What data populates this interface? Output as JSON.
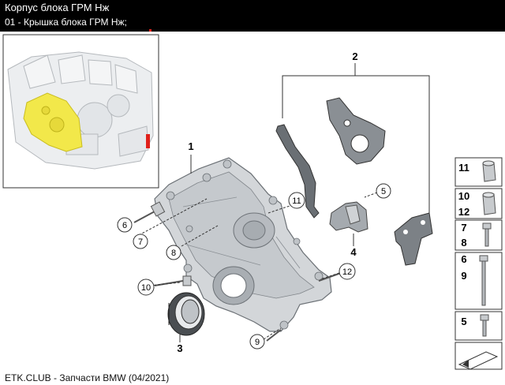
{
  "header": {
    "title": "Корпус блока ГРМ Нж",
    "subtitle": "01 - Крышка блока ГРМ Нж;"
  },
  "callouts": {
    "c1": "1",
    "c2": "2",
    "c3": "3",
    "c4": "4",
    "c5": "5",
    "c6": "6",
    "c7": "7",
    "c8": "8",
    "c9": "9",
    "c10": "10",
    "c11": "11",
    "c12": "12"
  },
  "legend": {
    "box1": [
      "11"
    ],
    "box2": [
      "10",
      "12"
    ],
    "box3": [
      "7",
      "8"
    ],
    "box4": [
      "6",
      "9"
    ],
    "box5": [
      "5"
    ]
  },
  "footer": {
    "text": "ETK.CLUB - Запчасти BMW (04/2021)"
  },
  "colors": {
    "header_bg": "#000000",
    "highlight_yellow": "#f2e84a",
    "marker_red": "#e0201a"
  }
}
